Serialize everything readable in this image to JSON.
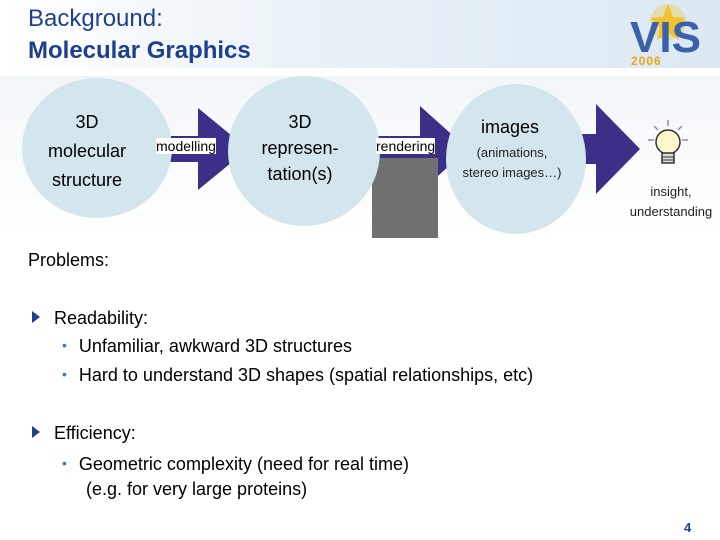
{
  "header": {
    "title_line1": "Background:",
    "title_line2": "Molecular Graphics"
  },
  "logo": {
    "text": "VIS",
    "year": "2006",
    "colors": {
      "letters": "#3a62a8",
      "year": "#e9a41c",
      "star": "#f2c230"
    }
  },
  "diagram": {
    "step1": [
      "3D",
      "molecular",
      "structure"
    ],
    "arrow1_label": "modelling",
    "step2": [
      "3D",
      "represen-",
      "tation(s)"
    ],
    "arrow2_label": "rendering",
    "step3_title": "images",
    "step3_sub": [
      "(animations,",
      "stereo images…)"
    ],
    "result": [
      "insight,",
      "understanding"
    ]
  },
  "content": {
    "problems_label": "Problems:",
    "bullets": [
      {
        "title": "Readability:",
        "items": [
          [
            "Unfamiliar, awkward 3D structures"
          ],
          [
            "Hard to understand 3D shapes (spatial relationships, etc)"
          ]
        ]
      },
      {
        "title": "Efficiency:",
        "items": [
          [
            "Geometric complexity (need for real time)",
            "(e.g. for very large proteins)"
          ]
        ]
      }
    ]
  },
  "footer": {
    "page_number": "4"
  },
  "colors": {
    "title": "#1f3f8c",
    "circle": "#d3e6ed",
    "arrow": "#3b2f87",
    "bullet_dot": "#3a7bbf"
  }
}
